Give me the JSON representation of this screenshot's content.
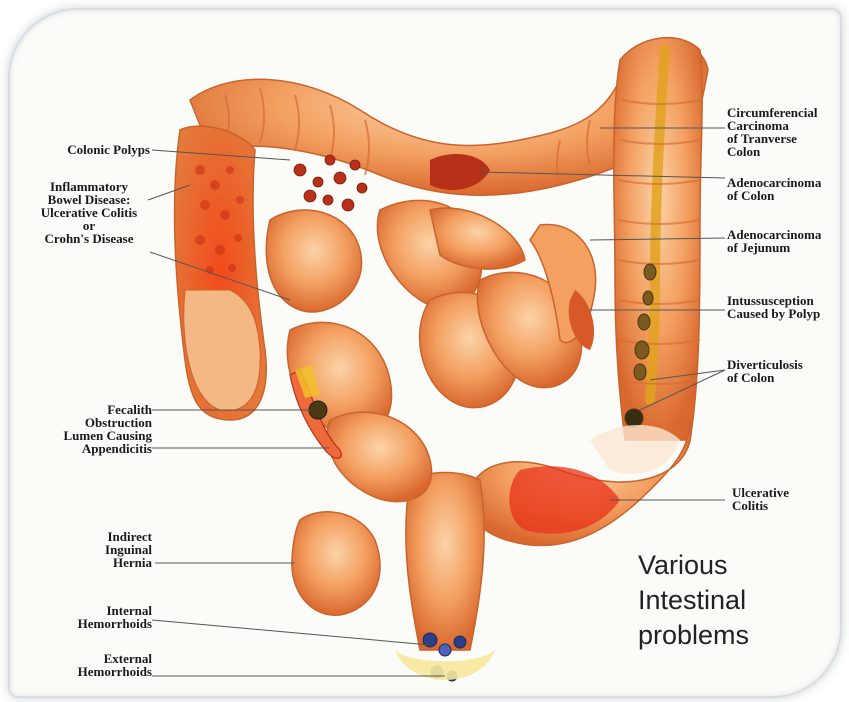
{
  "labels": {
    "colonic_polyps": "Colonic Polyps",
    "ibd_line1": "Inflammatory",
    "ibd_line2": "Bowel Disease:",
    "ibd_line3": "Ulcerative Colitis",
    "ibd_line4": "or",
    "ibd_line5": "Crohn's Disease",
    "fecalith_line1": "Fecalith",
    "fecalith_line2": "Obstruction",
    "fecalith_line3": "Lumen Causing",
    "fecalith_line4": "Appendicitis",
    "hernia_line1": "Indirect",
    "hernia_line2": "Inguinal",
    "hernia_line3": "Hernia",
    "internal_line1": "Internal",
    "internal_line2": "Hemorrhoids",
    "external_line1": "External",
    "external_line2": "Hemorrhoids",
    "circ_line1": "Circumferencial",
    "circ_line2": "Carcinoma",
    "circ_line3": "of Tranverse",
    "circ_line4": "Colon",
    "adeno_colon_line1": "Adenocarcinoma",
    "adeno_colon_line2": "of Colon",
    "adeno_jej_line1": "Adenocarcinoma",
    "adeno_jej_line2": "of Jejunum",
    "intus_line1": "Intussusception",
    "intus_line2": "Caused by Polyp",
    "divert_line1": "Diverticulosis",
    "divert_line2": "of Colon",
    "ulc_line1": "Ulcerative",
    "ulc_line2": "Colitis"
  },
  "caption": {
    "line1": "Various",
    "line2": "Intestinal",
    "line3": "problems"
  },
  "colors": {
    "tissue_light": "#f6b27a",
    "tissue_mid": "#ee8a4a",
    "tissue_dark": "#d9582a",
    "inflamed": "#e8321a",
    "lesion": "#b7301a",
    "stool": "#7a5a1e",
    "pale": "#fde7cf"
  }
}
